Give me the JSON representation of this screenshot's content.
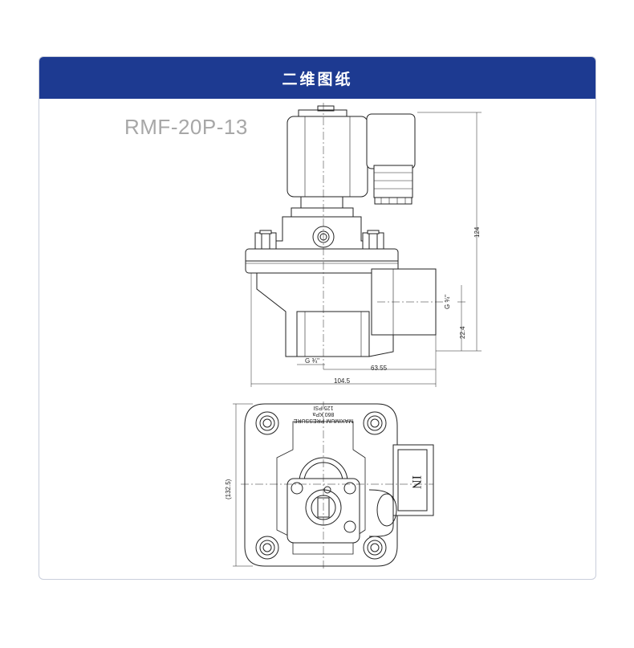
{
  "header": {
    "title": "二维图纸"
  },
  "model": {
    "name": "RMF-20P-13"
  },
  "front_view": {
    "dim_height": "124",
    "dim_port_side": "G ¾\"",
    "dim_port_bottom": "G ¾\"",
    "dim_offset": "22.4",
    "dim_inner_width": "63.55",
    "dim_total_width": "104.5"
  },
  "top_view": {
    "dim_height": "(132.5)",
    "label_line1": "MAXIMUM PRESSURE",
    "label_line2": "860 KPa",
    "label_line3": "125 PSI",
    "in_mark": "IN"
  },
  "colors": {
    "header_bg": "#1d3a91",
    "line": "#222222",
    "model_text": "#a7a7a7"
  }
}
